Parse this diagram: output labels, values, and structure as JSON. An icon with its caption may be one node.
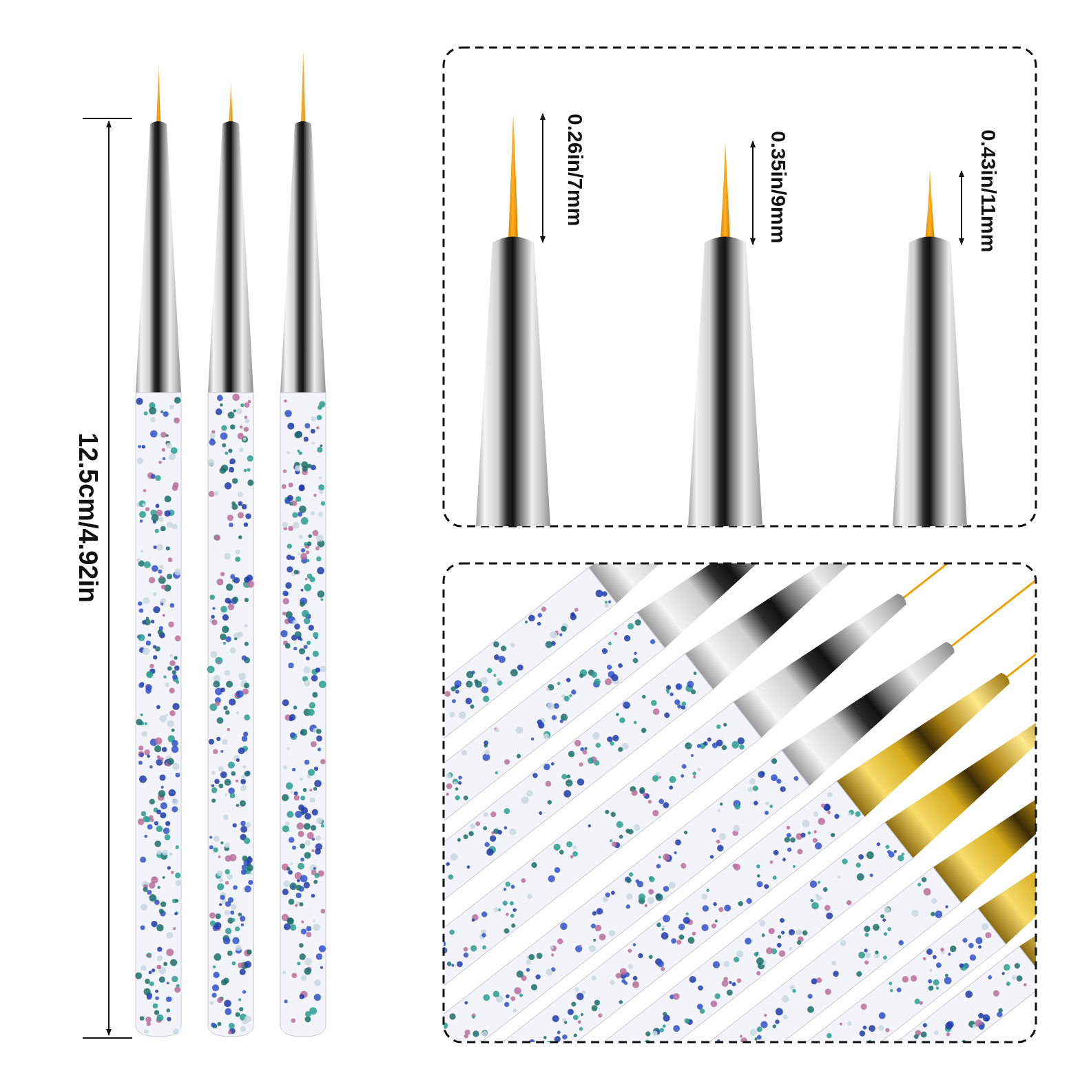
{
  "diagram": {
    "labels": [
      "12.5cm/4.92in",
      "0.26in/7mm",
      "0.35in/9mm",
      "0.43in/11mm"
    ]
  }
}
